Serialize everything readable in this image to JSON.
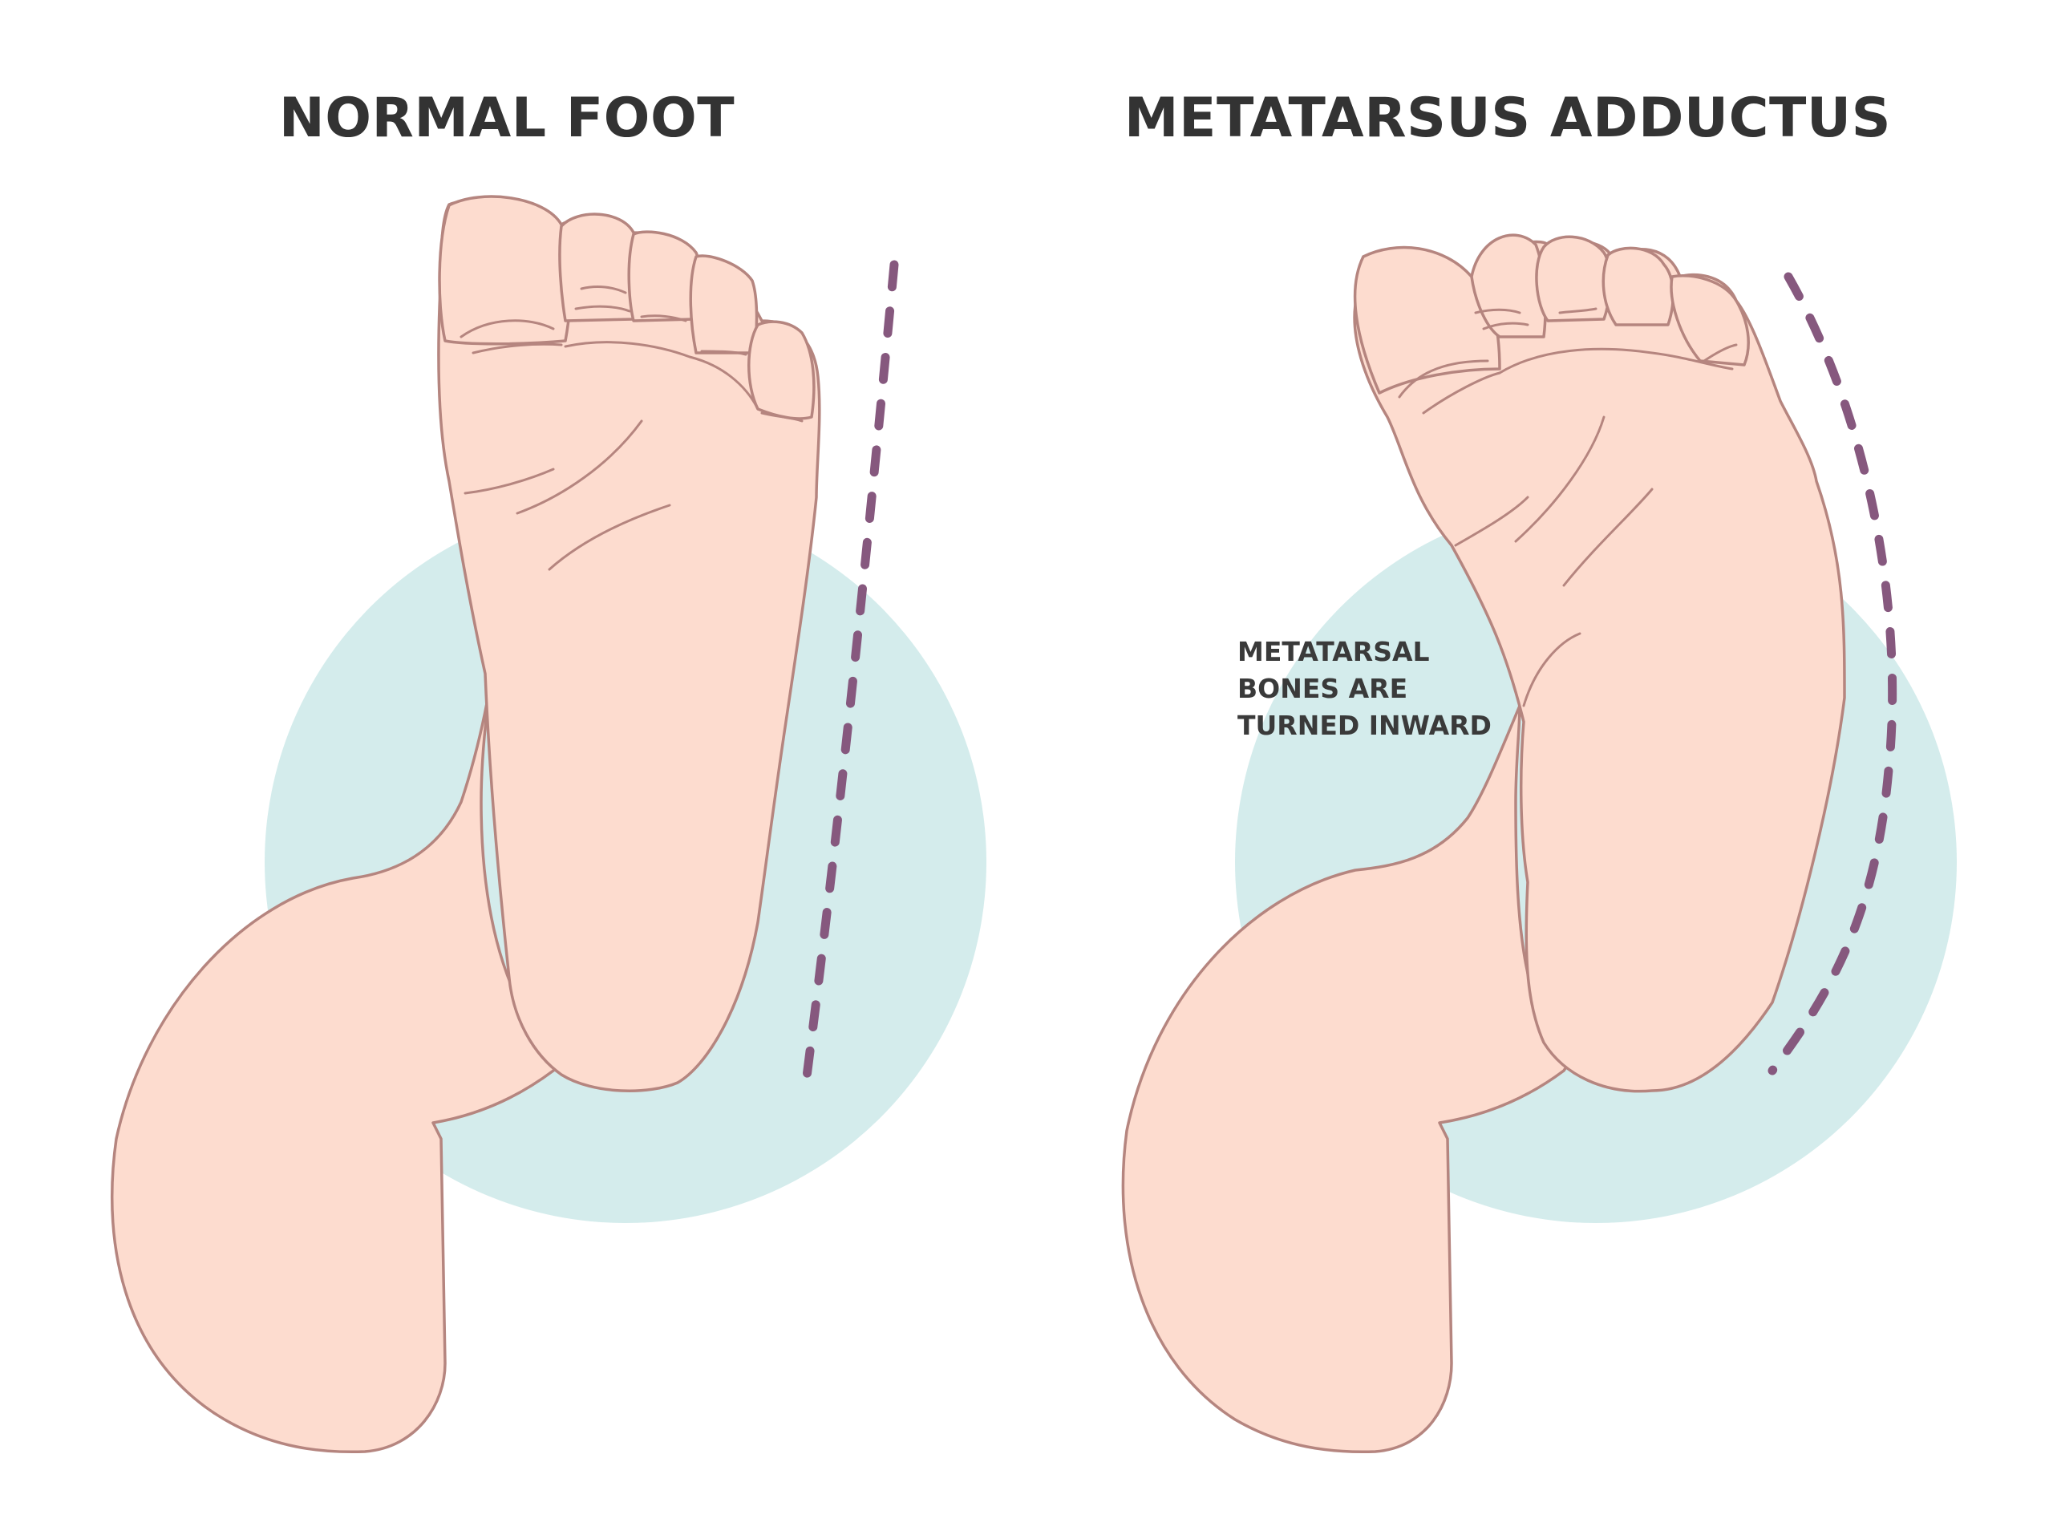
{
  "panels": {
    "normal": {
      "title": "NORMAL FOOT"
    },
    "adductus": {
      "title": "METATARSUS ADDUCTUS",
      "annotation_lines": [
        "METATARSAL",
        "BONES ARE",
        "TURNED INWARD"
      ]
    }
  },
  "colors": {
    "skin": "#fddccf",
    "outline": "#b5857f",
    "circle": "#d4ecec",
    "guide_line": "#86587e",
    "title_text": "#333333"
  }
}
